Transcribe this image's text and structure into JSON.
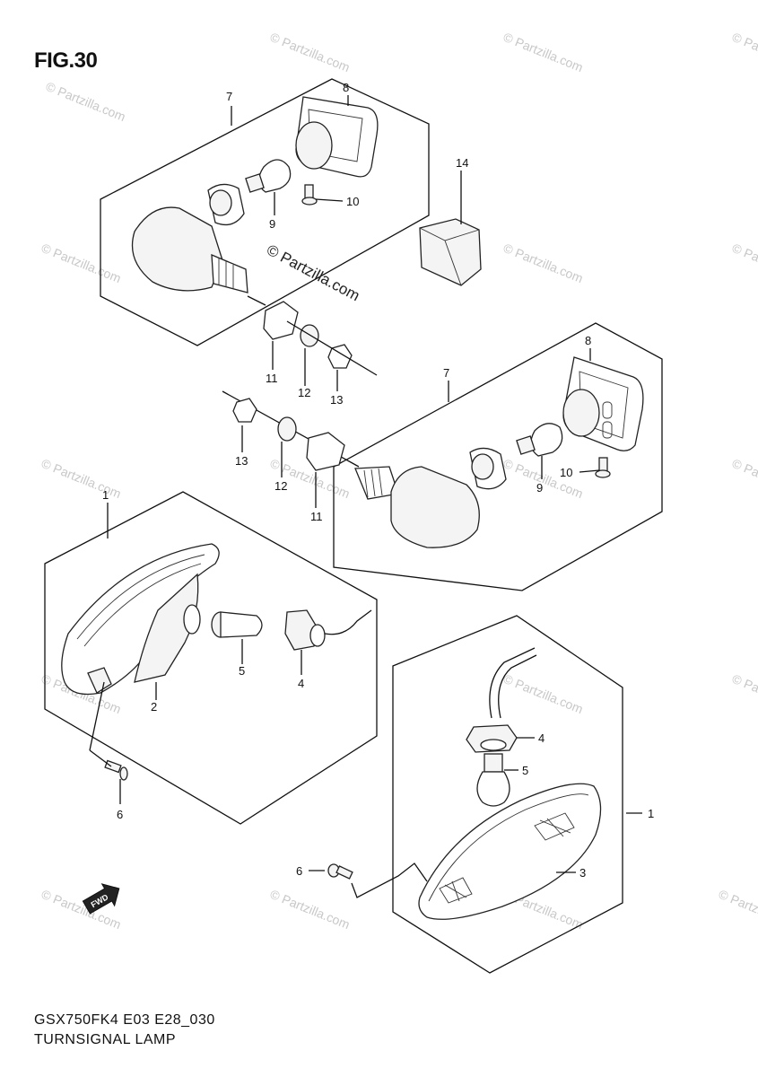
{
  "figure": {
    "title": "FIG.30",
    "model_code": "GSX750FK4 E03 E28_030",
    "section_name": "TURNSIGNAL LAMP"
  },
  "watermark": {
    "main": "© Partzilla.com",
    "repeat": "© Partzilla.com"
  },
  "callouts": {
    "upper_left_box": {
      "c7": "7",
      "c8": "8",
      "c9": "9",
      "c10": "10"
    },
    "part14": "14",
    "hardware_upper": {
      "c11": "11",
      "c12": "12",
      "c13": "13"
    },
    "hardware_lower": {
      "c13": "13",
      "c12": "12",
      "c11": "11"
    },
    "right_box": {
      "c7": "7",
      "c8": "8",
      "c9": "9",
      "c10": "10"
    },
    "left_box": {
      "c1": "1",
      "c2": "2",
      "c4": "4",
      "c5": "5",
      "c6": "6"
    },
    "lower_right_box": {
      "c1": "1",
      "c3": "3",
      "c4": "4",
      "c5": "5",
      "c6": "6"
    }
  },
  "fwd_label": "FWD"
}
